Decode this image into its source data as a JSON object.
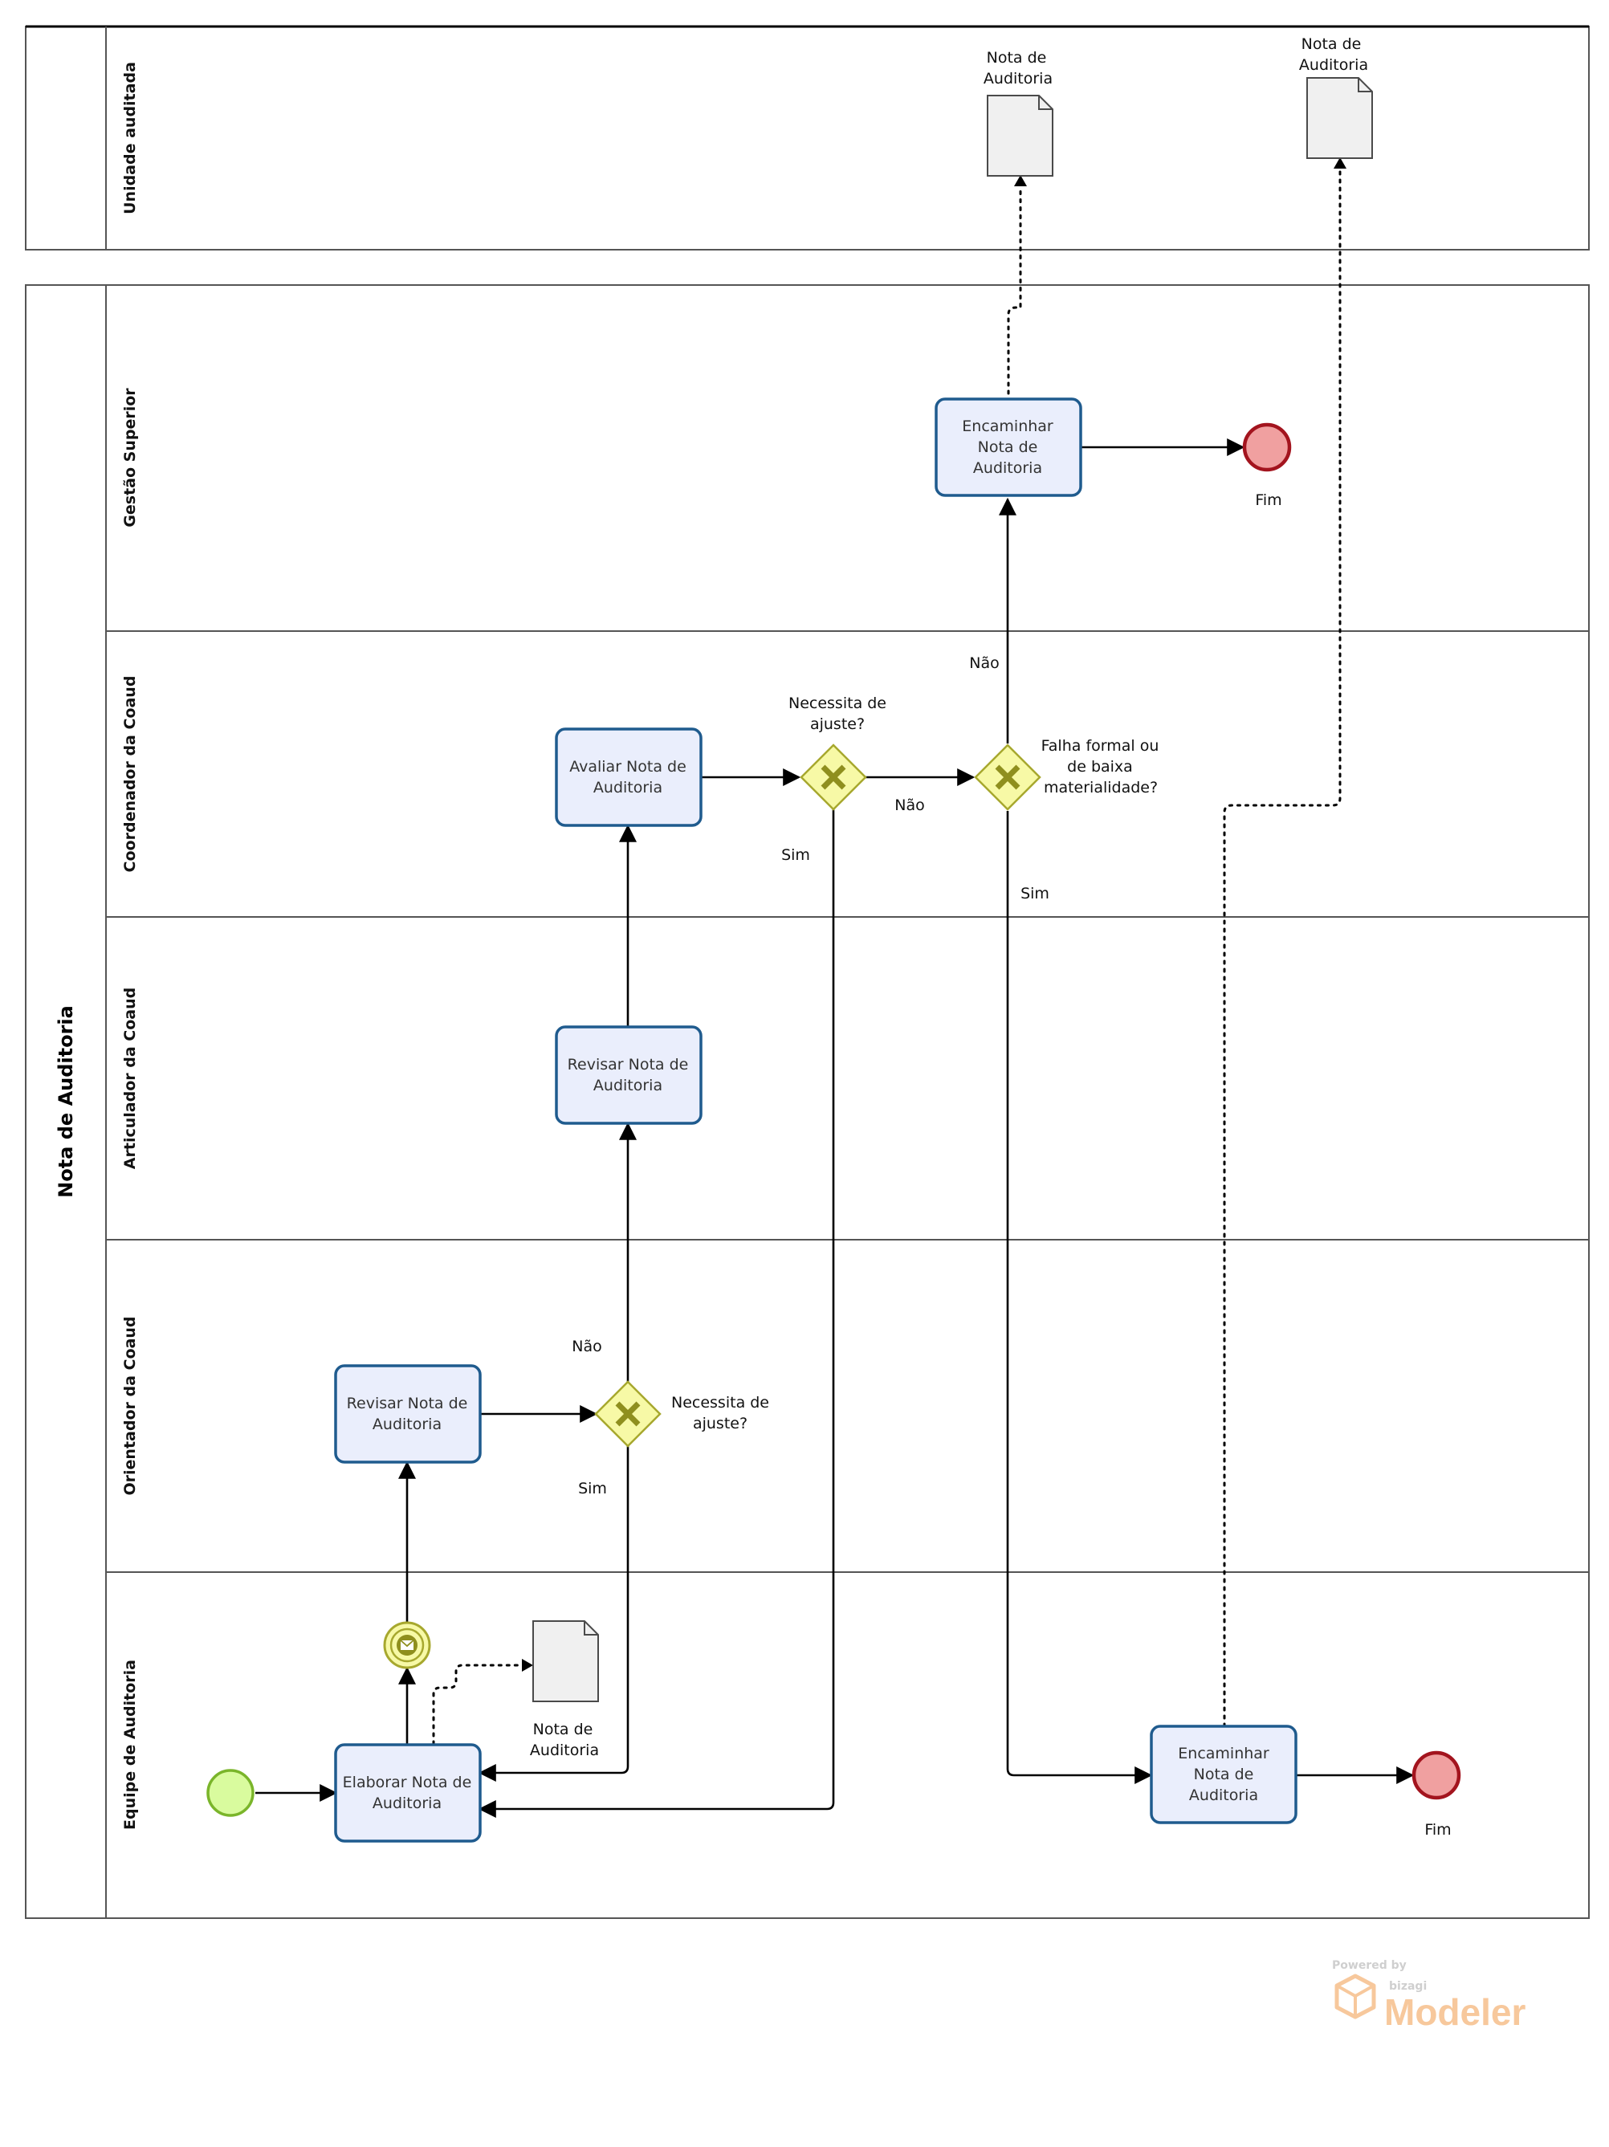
{
  "pools": {
    "top_lane": "Unidade auditada",
    "main": "Nota de Auditoria",
    "lanes": [
      "Gestão Superior",
      "Coordenador da Coaud",
      "Articulador da Coaud",
      "Orientador da Coaud",
      "Equipe de Auditoria"
    ]
  },
  "tasks": {
    "elaborar": [
      "Elaborar Nota de",
      "Auditoria"
    ],
    "revisar_orientador": [
      "Revisar Nota de",
      "Auditoria"
    ],
    "revisar_articulador": [
      "Revisar Nota de",
      "Auditoria"
    ],
    "avaliar": [
      "Avaliar Nota de",
      "Auditoria"
    ],
    "encaminhar_gestao": [
      "Encaminhar",
      "Nota de",
      "Auditoria"
    ],
    "encaminhar_equipe": [
      "Encaminhar",
      "Nota de",
      "Auditoria"
    ]
  },
  "gateways": {
    "orientador": [
      "Necessita de",
      "ajuste?"
    ],
    "coordenador1": [
      "Necessita de",
      "ajuste?"
    ],
    "coordenador2": [
      "Falha formal ou",
      "de baixa",
      "materialidade?"
    ]
  },
  "flow_labels": {
    "orientador_nao": "Não",
    "orientador_sim": "Sim",
    "coord1_nao": "Não",
    "coord1_sim": "Sim",
    "coord2_nao": "Não",
    "coord2_sim": "Sim"
  },
  "documents": {
    "equipe": [
      "Nota de",
      "Auditoria"
    ],
    "unidade1": [
      "Nota de",
      "Auditoria"
    ],
    "unidade2": [
      "Nota de",
      "Auditoria"
    ]
  },
  "end_events": {
    "gestao": "Fim",
    "equipe": "Fim"
  },
  "watermark": {
    "powered": "Powered by",
    "brand": "bizagi",
    "product": "Modeler"
  },
  "colors": {
    "task_fill": "#eaeefc",
    "task_stroke": "#1f5b8e",
    "start_fill": "#d9fb9e",
    "start_stroke": "#7ab52a",
    "end_fill": "#f0a0a0",
    "end_stroke": "#a3141e",
    "gateway_fill": "#f7f9a6",
    "gateway_stroke": "#a7a82e",
    "gateway_mark": "#8f8f1e",
    "watermark": "#f7c89c"
  }
}
